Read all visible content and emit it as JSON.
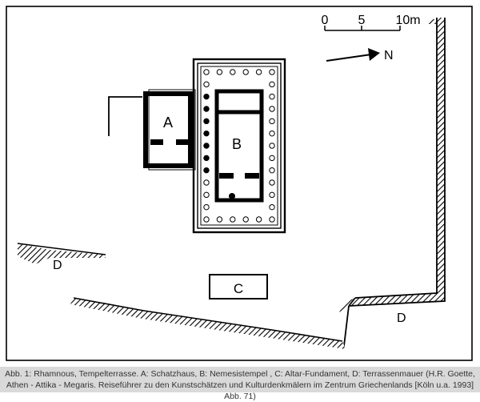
{
  "plan": {
    "labels": {
      "treasury": "A",
      "temple": "B",
      "altar": "C",
      "wall_left": "D",
      "wall_right": "D"
    },
    "scale": {
      "zero": "0",
      "mid": "5",
      "end": "10m"
    },
    "north": "N"
  },
  "caption": {
    "line1": "Abb. 1: Rhamnous, Tempelterrasse. A: Schatzhaus, B: Nemesistempel , C: Altar-Fundament, D: Terrassenmauer (H.R. Goette,",
    "line2": "Athen - Attika - Megaris. Reiseführer zu den Kunstschätzen und Kulturdenkmälern im Zentrum Griechenlands [Köln u.a. 1993] Abb. 71)"
  },
  "colors": {
    "ink": "#000000",
    "caption_bg": "#d9d9d9",
    "caption_text": "#333333"
  }
}
